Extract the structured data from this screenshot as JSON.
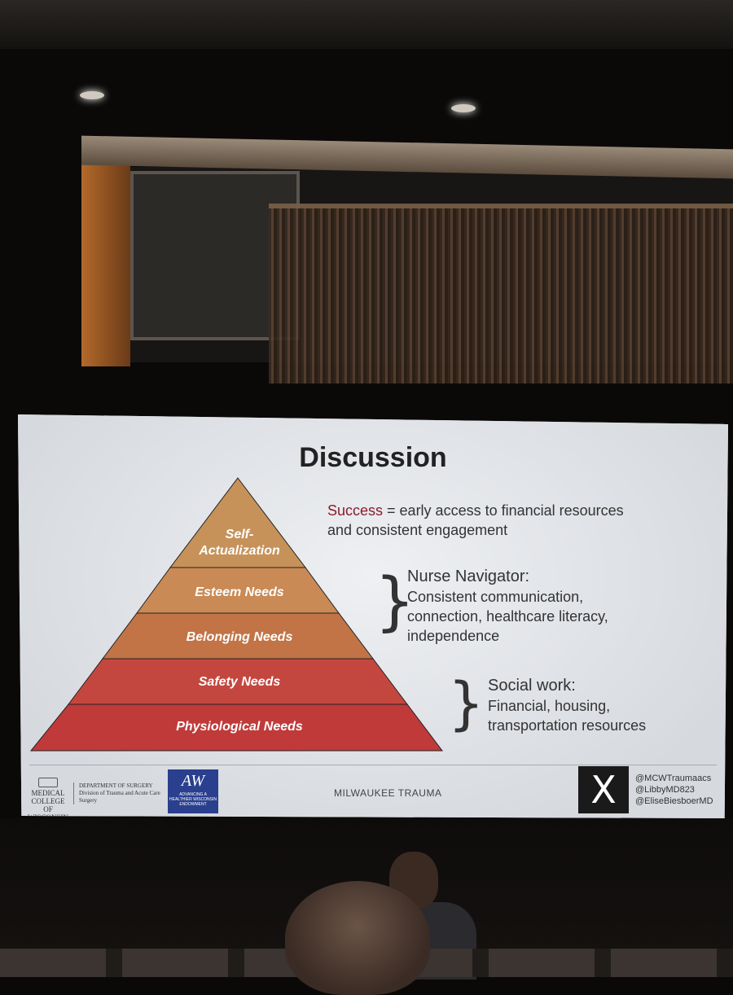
{
  "slide": {
    "title": "Discussion",
    "pyramid_levels": [
      "Self-",
      "Actualization",
      "Esteem Needs",
      "Belonging Needs",
      "Safety Needs",
      "Physiological Needs"
    ],
    "success_word": "Success",
    "success_text": " = early access to financial resources",
    "success_text_2": "and consistent engagement",
    "nurse_heading": "Nurse Navigator:",
    "nurse_lines": [
      "Consistent communication,",
      "connection, healthcare literacy,",
      "independence"
    ],
    "social_heading": "Social work:",
    "social_lines": [
      "Financial, housing,",
      "transportation resources"
    ],
    "footer": {
      "mcw_name": [
        "MEDICAL",
        "COLLEGE",
        "OF WISCONSIN"
      ],
      "dept_name": "DEPARTMENT OF SURGERY",
      "dept_division": "Division of Trauma and Acute Care Surgery",
      "ahw_text": "ADVANCING A HEALTHIER WISCONSIN ENDOWMENT",
      "center_text": "MILWAUKEE TRAUMA",
      "x_logo": "X",
      "handles": [
        "@MCWTraumaacs",
        "@LibbyMD823",
        "@EliseBiesboerMD"
      ]
    }
  },
  "colors": {
    "pyramid_top": "#c6925a",
    "pyramid_esteem": "#c98a55",
    "pyramid_belonging": "#c27446",
    "pyramid_safety": "#c4473f",
    "pyramid_physio": "#c03a3a",
    "accent": "#8a1c2c"
  }
}
